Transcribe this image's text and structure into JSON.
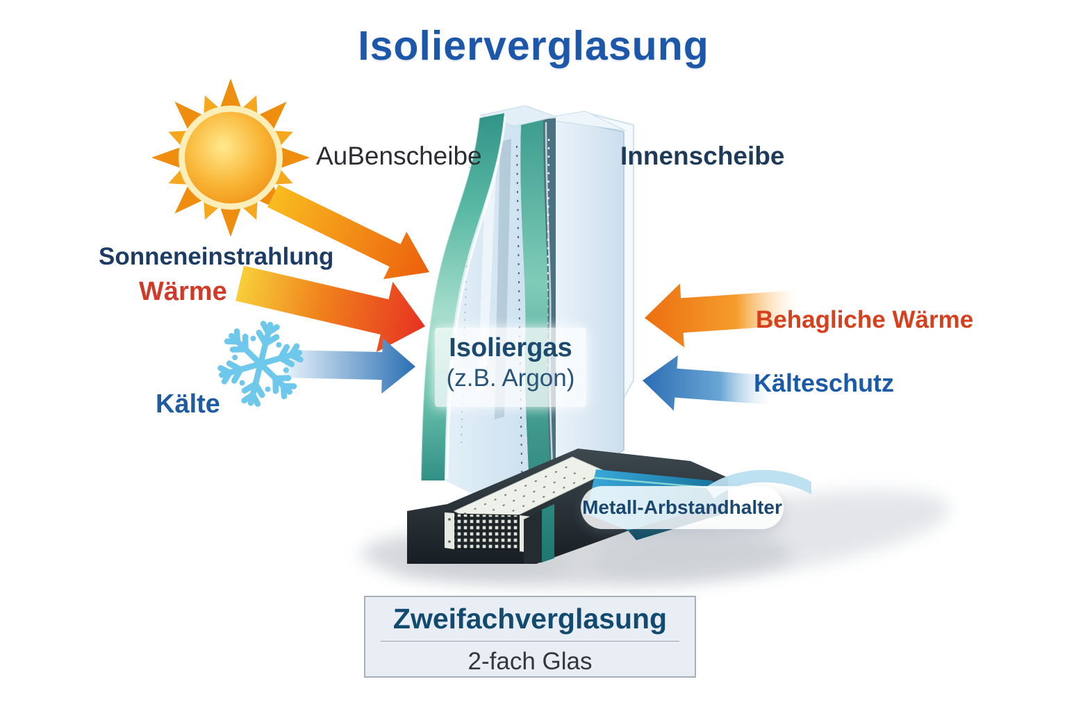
{
  "title": "Isolierverglasung",
  "labels": {
    "outer_pane": "AuBenscheibe",
    "inner_pane": "Innenscheibe",
    "solar_radiation": "Sonneneinstrahlung",
    "heat": "Wärme",
    "cold": "Kälte",
    "gas_line1": "Isoliergas",
    "gas_line2": "(z.B. Argon)",
    "comfortable_heat": "Behagliche Wärme",
    "cold_protection": "Kälteschutz",
    "spacer": "Metall-Arbstandhalter"
  },
  "footer": {
    "title": "Zweifachverglasung",
    "subtitle": "2-fach Glas"
  },
  "colors": {
    "title_blue": "#1d57a9",
    "navy_text": "#1c3c66",
    "heat_red": "#d03a28",
    "cold_blue": "#1e5b9f",
    "arrow_orange": "#ee7a12",
    "glass_teal": "#2e8f85",
    "frame_dark": "#232a30",
    "footer_bg": "#e9eef5"
  },
  "icons": {
    "sun": "sun-icon",
    "snowflake": "snowflake-icon"
  }
}
